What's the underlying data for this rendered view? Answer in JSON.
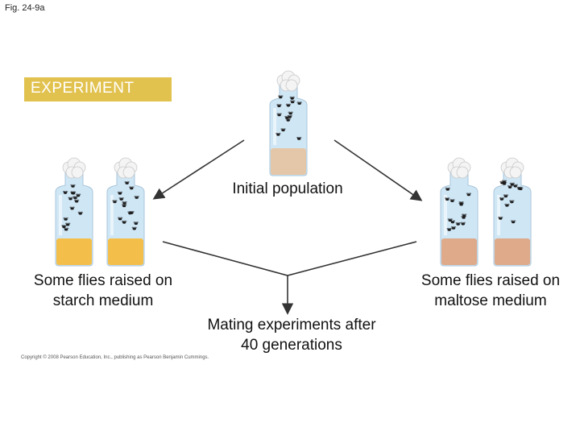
{
  "figure_label": "Fig. 24-9a",
  "header": {
    "label": "EXPERIMENT",
    "box_color": "#e2c24f",
    "text_color": "#ffffff"
  },
  "captions": {
    "initial": "Initial population",
    "starch": "Some flies raised on starch medium",
    "maltose": "Some flies raised on maltose medium",
    "mating": "Mating experiments after 40 generations"
  },
  "copyright": "Copyright © 2008 Pearson Education, Inc., publishing as Pearson Benjamin Cummings.",
  "colors": {
    "initial_medium": "#e4c7a8",
    "starch_medium": "#f3bf4a",
    "maltose_medium": "#deaa8a",
    "bottle_liquid": "#cfe6f5",
    "arrow": "#333333",
    "fly": "#1d1d1d"
  },
  "icons": {
    "bottle": "culture-bottle-icon",
    "fly": "fruit-fly-icon",
    "plug": "cotton-plug-icon"
  }
}
